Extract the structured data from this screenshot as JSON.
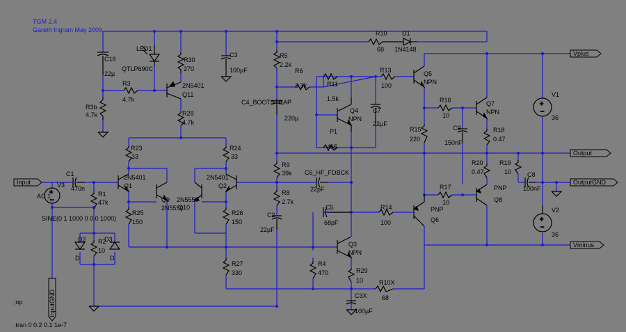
{
  "header": {
    "title": "TGM 2.4",
    "author": "Gareth Ingram May 2009"
  },
  "nets": {
    "input": "Input",
    "inputgnd": "InputGND",
    "vplus": "Vplus",
    "output": "Output",
    "outputgnd": "OutputGND",
    "vminus": "Vminus"
  },
  "directives": {
    "op": ";op",
    "tran": ".tran 0 0.2 0.1 1e-7"
  },
  "parts": {
    "c16": {
      "name": "C16",
      "value": "22µ"
    },
    "r3b": {
      "name": "R3b",
      "value": "4.7k"
    },
    "r3": {
      "name": "R3",
      "value": "4.7k"
    },
    "led1": {
      "name": "LED1",
      "value": "QTLP690C"
    },
    "r30": {
      "name": "R30",
      "value": "270"
    },
    "q11": {
      "name": "Q11",
      "value": "2N5401"
    },
    "r28": {
      "name": "R28",
      "value": "4.7k"
    },
    "c3": {
      "name": "C3",
      "value": "100µF"
    },
    "r5": {
      "name": "R5",
      "value": "2.2k"
    },
    "r6": {
      "name": "R6",
      "value": "3.3k"
    },
    "c4": {
      "name": "C4_BOOTSTRAP",
      "value": "220µ"
    },
    "r11": {
      "name": "R11",
      "value": "1.5k"
    },
    "q4": {
      "name": "Q4",
      "value": "NPN"
    },
    "p1": {
      "name": "P1",
      "value": "465"
    },
    "c7": {
      "name": "C7",
      "value": "22µF"
    },
    "r10": {
      "name": "R10",
      "value": "68"
    },
    "d1": {
      "name": "D1",
      "value": "1N4148"
    },
    "r13": {
      "name": "R13",
      "value": "100"
    },
    "q5": {
      "name": "Q5",
      "value": "NPN"
    },
    "r16": {
      "name": "R16",
      "value": "10"
    },
    "q7": {
      "name": "Q7",
      "value": "NPN"
    },
    "c9": {
      "name": "C9",
      "value": "150nF"
    },
    "r15": {
      "name": "R15",
      "value": "220"
    },
    "r18": {
      "name": "R18",
      "value": "0.47"
    },
    "v1": {
      "name": "V1",
      "value": "36"
    },
    "r20": {
      "name": "R20",
      "value": "0.47"
    },
    "r19": {
      "name": "R19",
      "value": "10"
    },
    "c8": {
      "name": "C8",
      "value": "100nF"
    },
    "r17": {
      "name": "R17",
      "value": "10"
    },
    "q8": {
      "name": "Q8",
      "value": "PNP"
    },
    "q6": {
      "name": "Q6",
      "value": "PNP"
    },
    "v2": {
      "name": "V2",
      "value": "36"
    },
    "c1": {
      "name": "C1",
      "value": "470n"
    },
    "v3": {
      "name": "V3",
      "value": "AC 1",
      "spec": "SINE(0 1 1000 0 0 0 1000)"
    },
    "r1": {
      "name": "R1",
      "value": "47k"
    },
    "q1": {
      "name": "Q1",
      "value": "2N5401"
    },
    "q9": {
      "name": "Q9",
      "value": "2N5550"
    },
    "q10": {
      "name": "Q10",
      "value": "2N5550"
    },
    "q2": {
      "name": "Q2",
      "value": "2N5401"
    },
    "r23": {
      "name": "R23",
      "value": "33"
    },
    "r24": {
      "name": "R24",
      "value": "33"
    },
    "r25": {
      "name": "R25",
      "value": "150"
    },
    "r26": {
      "name": "R26",
      "value": "150"
    },
    "r9": {
      "name": "R9",
      "value": "39k"
    },
    "c6": {
      "name": "C6_HF_FDBCK",
      "value": "22pF"
    },
    "r8": {
      "name": "R8",
      "value": "2.7k"
    },
    "c2": {
      "name": "C2",
      "value": "22µF"
    },
    "c5": {
      "name": "C5",
      "value": "68pF"
    },
    "r14": {
      "name": "R14",
      "value": "100"
    },
    "d2": {
      "name": "D2",
      "value": "D"
    },
    "r2": {
      "name": "R2",
      "value": "10"
    },
    "d3": {
      "name": "D3",
      "value": "D"
    },
    "q3": {
      "name": "Q3",
      "value": "NPN"
    },
    "r27": {
      "name": "R27",
      "value": "330"
    },
    "r4": {
      "name": "R4",
      "value": "470"
    },
    "r29": {
      "name": "R29",
      "value": "10"
    },
    "r10x": {
      "name": "R10X",
      "value": "68"
    },
    "c3x": {
      "name": "C3X",
      "value": "100µF"
    }
  }
}
